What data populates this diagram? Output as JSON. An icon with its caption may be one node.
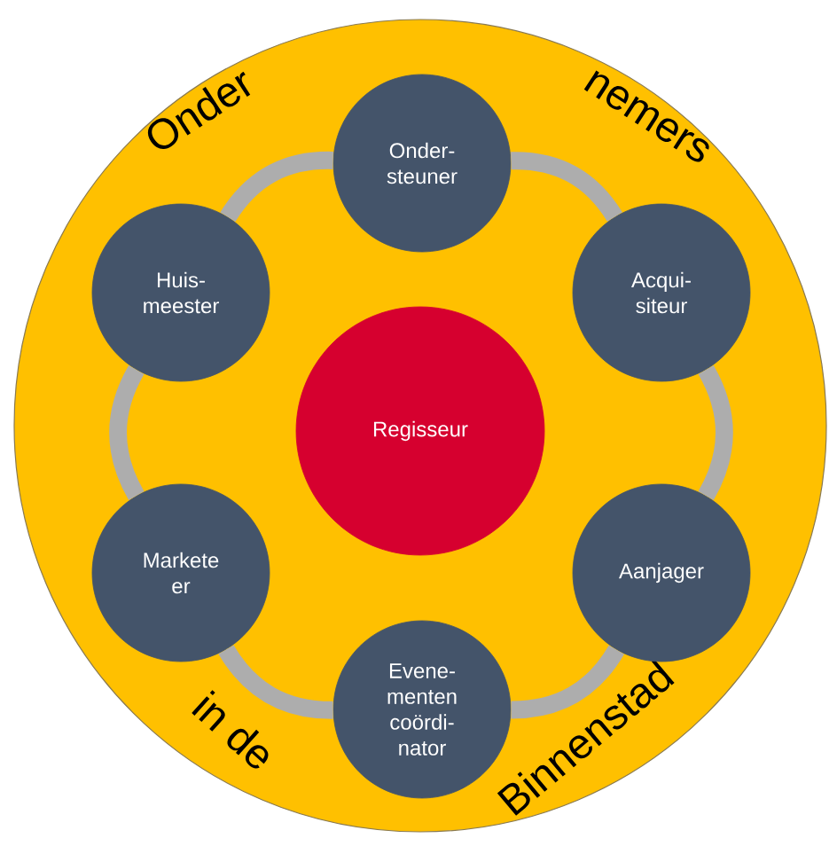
{
  "diagram": {
    "nodes": [
      {
        "text": [
          "Onder",
          "nemers",
          "in de",
          "Binnenstad"
        ]
      },
      {
        "text": [
          "Regisseur"
        ],
        "in": 0
      },
      {
        "text": [
          "Onder- steuner"
        ],
        "in": 0
      },
      {
        "text": [
          "Acqui- siteur"
        ],
        "in": 0
      },
      {
        "text": [
          "Aanjager"
        ],
        "in": 0
      },
      {
        "text": [
          "Evene- menten coördi- nator"
        ],
        "in": 0
      },
      {
        "text": [
          "Markete er"
        ],
        "in": 0
      },
      {
        "text": [
          "Huis- meester"
        ],
        "in": 0
      }
    ],
    "edges": [
      {
        "from": 2,
        "to": 3,
        "arrow": "none"
      },
      {
        "from": 3,
        "to": 4,
        "arrow": "none"
      },
      {
        "from": 4,
        "to": 5,
        "arrow": "none"
      },
      {
        "from": 5,
        "to": 6,
        "arrow": "none"
      },
      {
        "from": 6,
        "to": 7,
        "arrow": "none"
      },
      {
        "from": 7,
        "to": 2,
        "arrow": "none"
      }
    ]
  }
}
